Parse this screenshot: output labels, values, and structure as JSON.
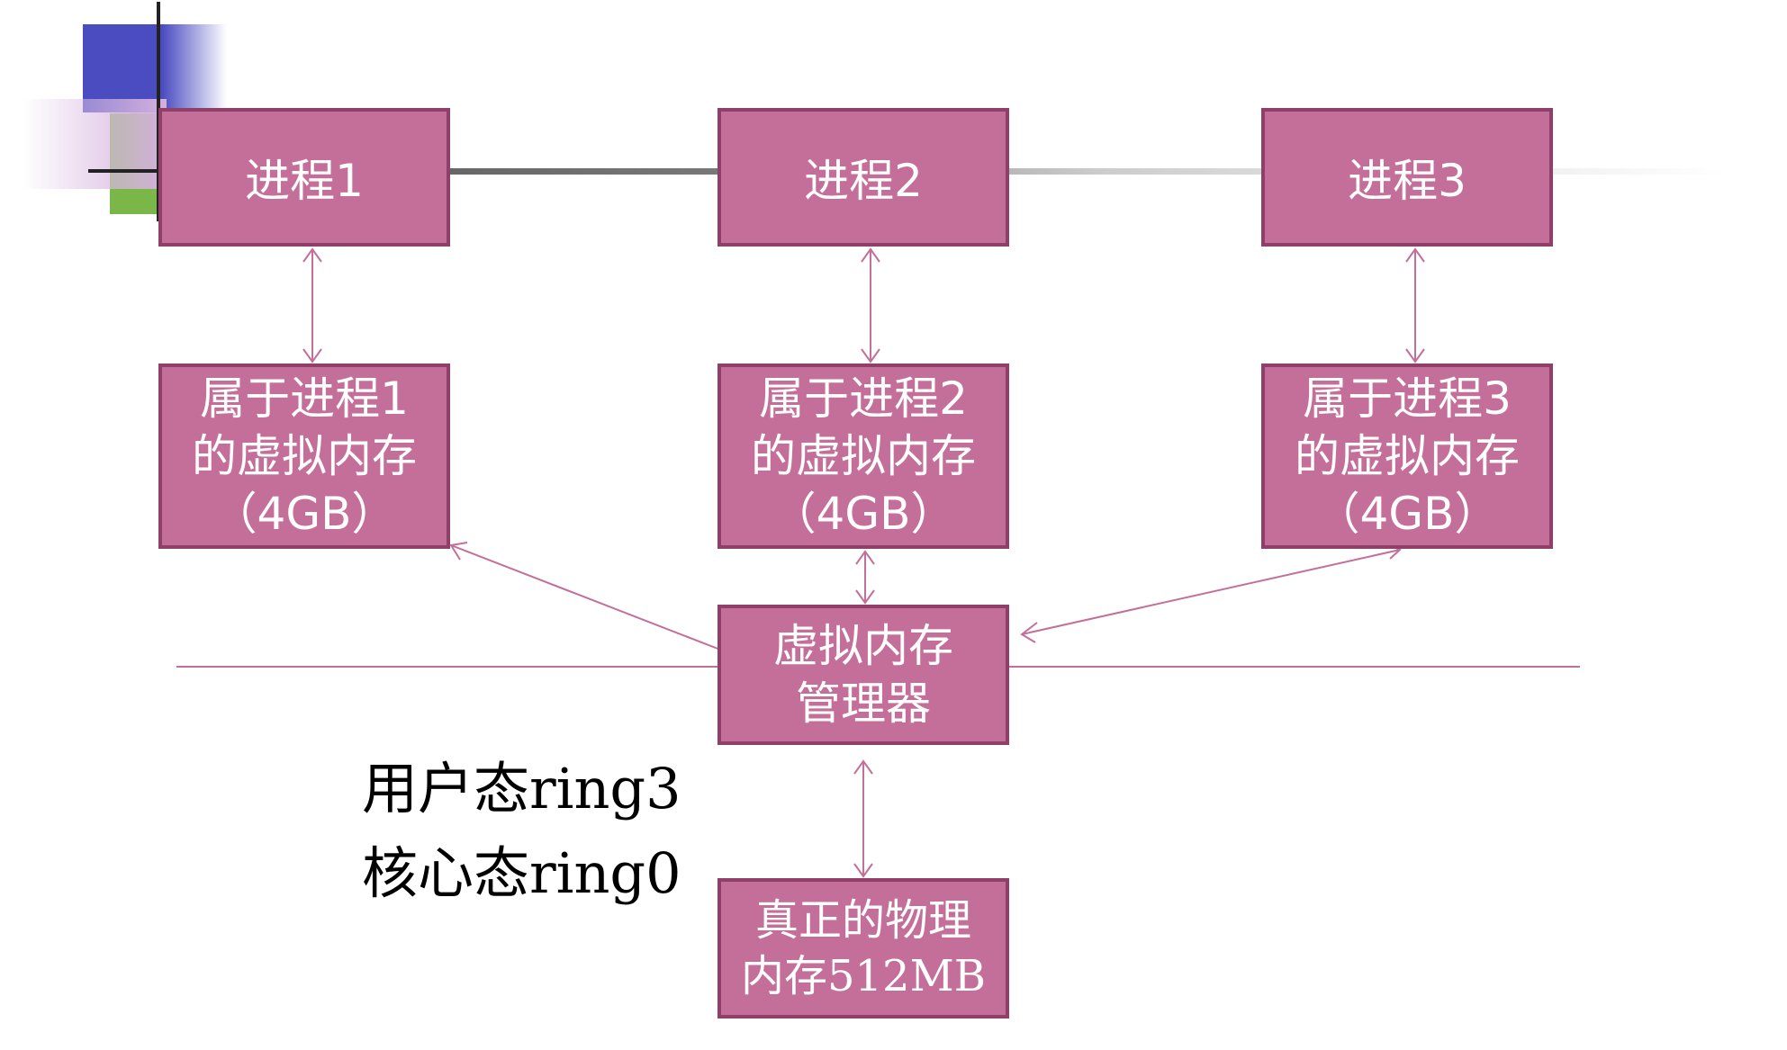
{
  "boxes": {
    "process_1": "进程1",
    "process_2": "进程2",
    "process_3": "进程3",
    "vm_1": "属于进程1\n的虚拟内存\n（4GB）",
    "vm_2": "属于进程2\n的虚拟内存\n（4GB）",
    "vm_3": "属于进程3\n的虚拟内存\n（4GB）",
    "vm_manager": "虚拟内存\n管理器",
    "physical_memory": "真正的物理\n内存512MB"
  },
  "labels": {
    "user_mode": "用户态ring3",
    "kernel_mode": "核心态ring0"
  },
  "colors": {
    "box_fill": "#c46f99",
    "box_border": "#8f3f68",
    "connector": "#c46f99"
  }
}
